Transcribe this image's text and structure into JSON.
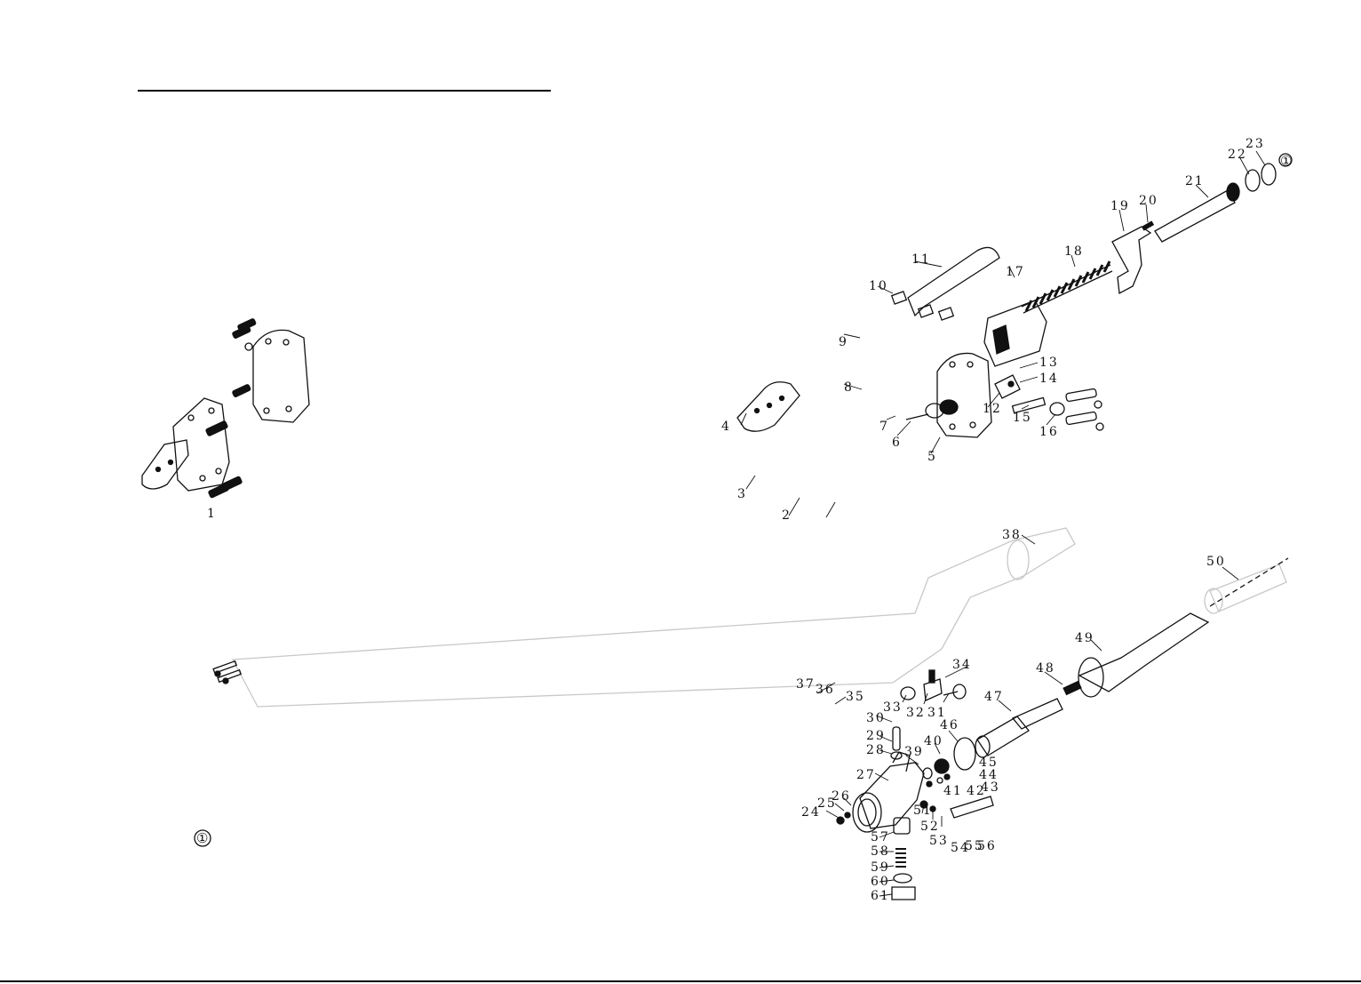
{
  "colors": {
    "ink": "#111111",
    "ghost": "#c8c8c8",
    "paper": "#ffffff"
  },
  "upper_assembly": {
    "callouts": [
      "1",
      "2",
      "3",
      "4",
      "5",
      "6",
      "7",
      "8",
      "9",
      "10",
      "11",
      "12",
      "13",
      "14",
      "15",
      "16",
      "17",
      "18",
      "19",
      "20",
      "21",
      "22",
      "23",
      "①"
    ]
  },
  "lower_assembly": {
    "callouts": [
      "24",
      "25",
      "26",
      "27",
      "28",
      "29",
      "30",
      "31",
      "32",
      "33",
      "34",
      "35",
      "36",
      "37",
      "38",
      "39",
      "40",
      "41",
      "42",
      "43",
      "44",
      "45",
      "46",
      "47",
      "48",
      "49",
      "50",
      "51",
      "52",
      "53",
      "54",
      "55",
      "56",
      "57",
      "58",
      "59",
      "60",
      "61",
      "①"
    ]
  }
}
